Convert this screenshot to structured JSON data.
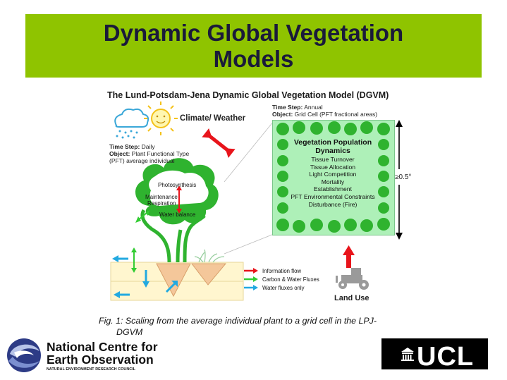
{
  "slide": {
    "title_line1": "Dynamic Global Vegetation",
    "title_line2": "Models"
  },
  "figure": {
    "title": "The Lund-Potsdam-Jena Dynamic Global Vegetation Model (DGVM)",
    "climate_label": "Climate/ Weather",
    "individual": {
      "time_step_key": "Time Step:",
      "time_step_value": "Daily",
      "object_key": "Object:",
      "object_value_line1": "Plant Functional Type",
      "object_value_line2": "(PFT) average individual"
    },
    "grid": {
      "time_step_key": "Time Step:",
      "time_step_value": "Annual",
      "object_key": "Object:",
      "object_value": "Grid Cell (PFT fractional areas)"
    },
    "vegetation": {
      "heading_line1": "Vegetation Population",
      "heading_line2": "Dynamics",
      "processes": [
        "Tissue Turnover",
        "Tissue Allocation",
        "Light Competition",
        "Mortality",
        "Establishment",
        "PFT Environmental Constraints",
        "Disturbance (Fire)"
      ]
    },
    "scale_label": "≥0.5°",
    "tree_processes": {
      "photosynthesis": "Photosynthesis",
      "maintenance_line1": "Maintenance",
      "maintenance_line2": "Respiration",
      "water_balance": "Water balance"
    },
    "legend": [
      {
        "label": "Information flow",
        "color": "#e8141b"
      },
      {
        "label": "Carbon & Water Fluxes",
        "color": "#33cc33"
      },
      {
        "label": "Water fluxes only",
        "color": "#22a9e0"
      }
    ],
    "land_use_label": "Land Use",
    "caption_line1": "Fig. 1: Scaling from the average individual plant to a grid cell in the LPJ-",
    "caption_line2": "DGVM"
  },
  "logos": {
    "nceo_line1": "National Centre for",
    "nceo_line2": "Earth Observation",
    "nceo_sub": "NATURAL ENVIRONMENT RESEARCH COUNCIL",
    "ucl_text": "UCL"
  },
  "colors": {
    "title_band": "#8fc400",
    "grid_cell": "#aef0b8",
    "tree_green": "#2fb32f",
    "red_arrow": "#e8141b",
    "water_arrow": "#22a9e0"
  }
}
